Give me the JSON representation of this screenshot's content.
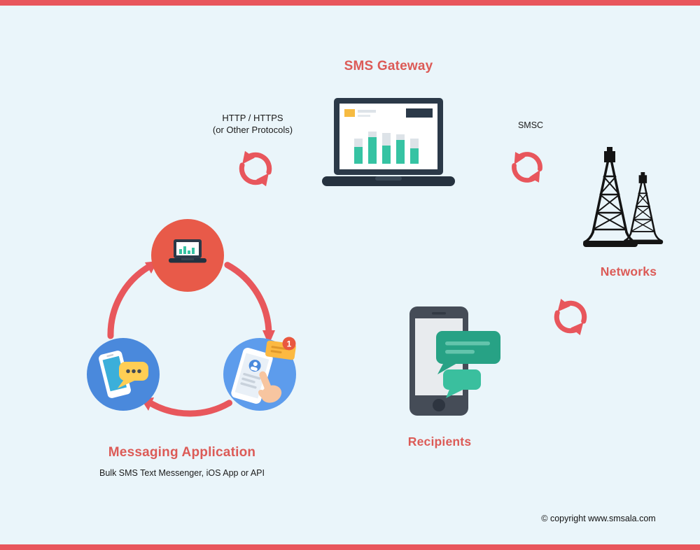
{
  "page": {
    "background": "#eaf5fa",
    "accent": "#e8565c",
    "heading_color": "#dc5b57"
  },
  "diagram": {
    "gateway": {
      "title": "SMS Gateway",
      "icon": "laptop-analytics-icon"
    },
    "protocols": {
      "line1": "HTTP / HTTPS",
      "line2": "(or Other Protocols)",
      "icon": "sync-arrows-icon"
    },
    "smsc": {
      "label": "SMSC",
      "icon": "sync-arrows-icon"
    },
    "networks": {
      "label": "Networks",
      "icon": "transmission-towers-icon",
      "link_icon": "sync-arrows-icon"
    },
    "recipients": {
      "label": "Recipients",
      "icon": "smartphone-chat-icon"
    },
    "messaging_application": {
      "title": "Messaging Application",
      "subtitle": "Bulk SMS Text Messenger, iOS App or API",
      "badge_count": "1",
      "icon": "app-circles-cycle-icon"
    }
  },
  "footer": {
    "copyright": "© copyright www.smsala.com"
  },
  "colors": {
    "coral": "#e8565c",
    "laptop_frame": "#2b3948",
    "chart_teal": "#36c3a3",
    "chart_gray": "#dde3e8",
    "chart_yellow": "#f6bb42",
    "phone_body": "#454c57",
    "phone_screen": "#e8ebee",
    "chat_green_dark": "#27a285",
    "chat_green_light": "#3abf9e",
    "circle_orange": "#e85a49",
    "circle_blue": "#4a89dc",
    "circle_blue_light": "#5d9cec",
    "bubble_yellow": "#ffce54",
    "card_yellow": "#fcb941",
    "badge_red": "#e9573f",
    "tower_black": "#141414"
  }
}
